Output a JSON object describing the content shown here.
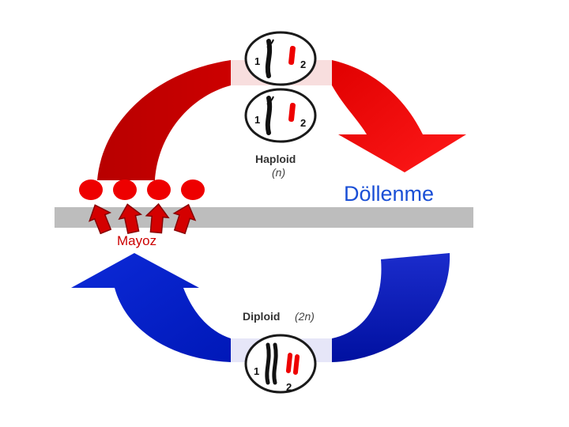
{
  "labels": {
    "haploid": "Haploid",
    "haploid_ploidy": "(n)",
    "fertilization": "Döllenme",
    "meiosis": "Mayoz",
    "diploid": "Diploid",
    "diploid_ploidy": "(2n)",
    "chromosome_1": "1",
    "chromosome_2": "2"
  },
  "colors": {
    "red_arrow": "#cc0000",
    "red_arrow_light": "#ff1a1a",
    "blue_arrow": "#0018b8",
    "blue_arrow_light": "#2a3fe0",
    "cell_red": "#ee0000",
    "gray_band": "#bdbdbd"
  },
  "icons": {
    "cells": "red-gamete-circles",
    "up_arrows": "red-up-arrows"
  }
}
